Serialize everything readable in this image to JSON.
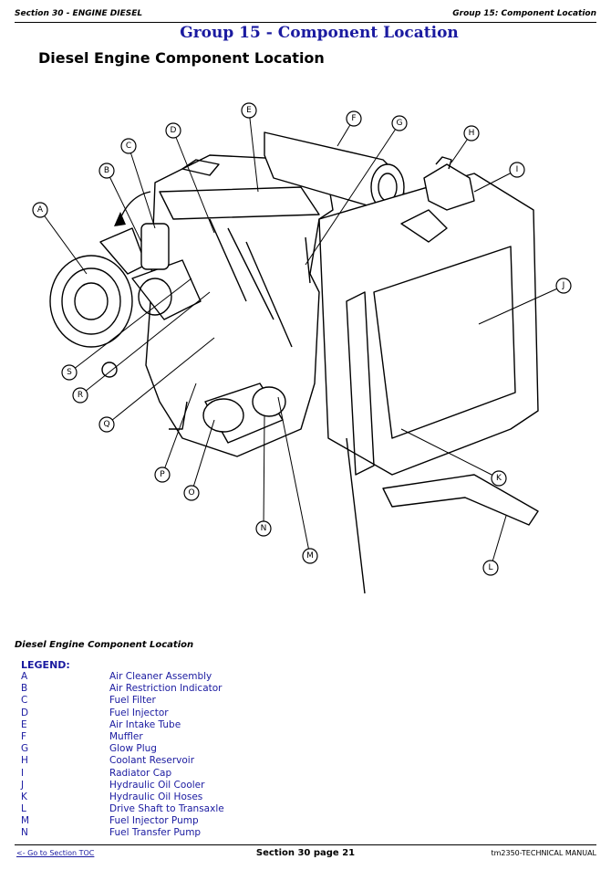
{
  "header": {
    "left": "Section 30 - ENGINE DIESEL",
    "right": "Group 15: Component Location"
  },
  "group_title": "Group 15 - Component Location",
  "page_title": "Diesel Engine Component Location",
  "figure": {
    "callouts": [
      "A",
      "B",
      "C",
      "D",
      "E",
      "F",
      "G",
      "H",
      "I",
      "J",
      "K",
      "L",
      "M",
      "N",
      "O",
      "P",
      "Q",
      "R",
      "S"
    ]
  },
  "caption": "Diesel Engine Component Location",
  "legend": {
    "title": "LEGEND:",
    "items": [
      {
        "key": "A",
        "label": "Air Cleaner Assembly"
      },
      {
        "key": "B",
        "label": "Air Restriction Indicator"
      },
      {
        "key": "C",
        "label": "Fuel Filter"
      },
      {
        "key": "D",
        "label": "Fuel Injector"
      },
      {
        "key": "E",
        "label": "Air Intake Tube"
      },
      {
        "key": "F",
        "label": "Muffler"
      },
      {
        "key": "G",
        "label": "Glow Plug"
      },
      {
        "key": "H",
        "label": "Coolant Reservoir"
      },
      {
        "key": "I",
        "label": "Radiator Cap"
      },
      {
        "key": "J",
        "label": "Hydraulic Oil Cooler"
      },
      {
        "key": "K",
        "label": "Hydraulic Oil Hoses"
      },
      {
        "key": "L",
        "label": "Drive Shaft to Transaxle"
      },
      {
        "key": "M",
        "label": "Fuel Injector Pump"
      },
      {
        "key": "N",
        "label": "Fuel Transfer Pump"
      }
    ]
  },
  "footer": {
    "link": "<- Go to Section TOC",
    "center": "Section 30 page 21",
    "right": "tm2350-TECHNICAL MANUAL"
  }
}
